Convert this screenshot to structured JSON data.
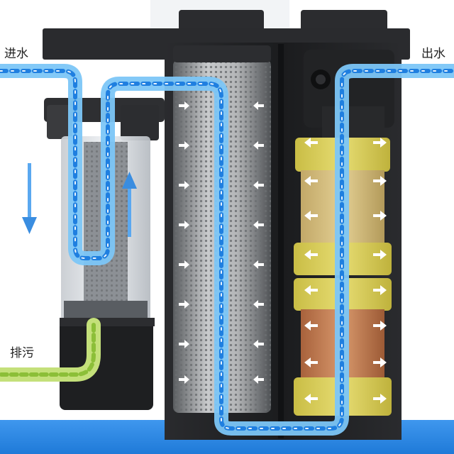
{
  "labels": {
    "inlet": "进水",
    "outlet": "出水",
    "drain": "排污"
  },
  "colors": {
    "background": "#ffffff",
    "bottom_band": "#2f8be6",
    "housing": "#1f1f21",
    "water_flow": "#3d97f0",
    "waste_flow": "#a9cf4f",
    "sponge": "#ded35e",
    "ceramic_media": "#c98052",
    "direction_arrow": "#3a8de0"
  },
  "icons": [
    "down-arrow-icon",
    "up-arrow-icon"
  ]
}
